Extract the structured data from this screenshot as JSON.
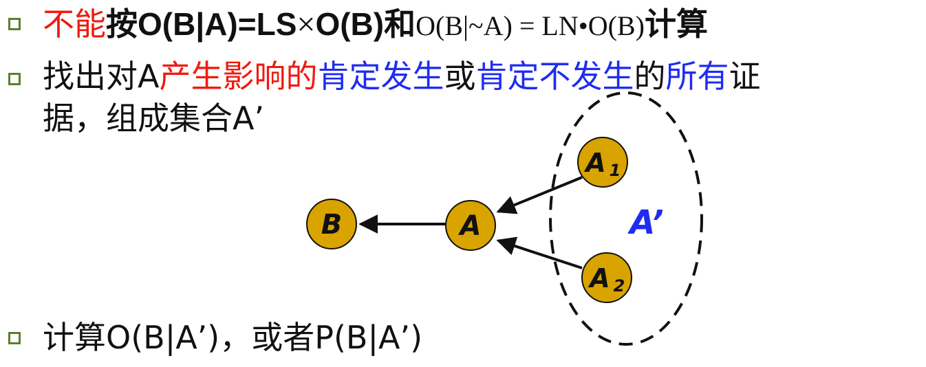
{
  "bullets": {
    "b1": {
      "seg1": "不能",
      "seg2": "按",
      "seg3": "O(B|A)=LS",
      "seg4": "×",
      "seg5": "O(B)",
      "seg6": "和",
      "seg7": "O(B|~A) = LN•O(B)",
      "seg8": "计算"
    },
    "b2": {
      "seg1": "找出对A",
      "seg2": "产生影响的",
      "seg3": "肯定发生",
      "seg4": "或",
      "seg5": "肯定不发生",
      "seg6": "的",
      "seg7": "所有",
      "seg8": "证",
      "line2": "据，组成集合A’"
    },
    "b3": {
      "text": "计算O(B|A’)，或者P(B|A’)"
    }
  },
  "diagram": {
    "nodes": {
      "b": "B",
      "a": "A",
      "a1_main": "A",
      "a1_sub": "1",
      "a2_main": "A",
      "a2_sub": "2"
    },
    "set_label": "A’"
  },
  "colors": {
    "accent_red": "#ef1a10",
    "accent_blue": "#1f2cf0",
    "node_fill": "#d9a300",
    "bullet_green": "#5b7f2a"
  }
}
